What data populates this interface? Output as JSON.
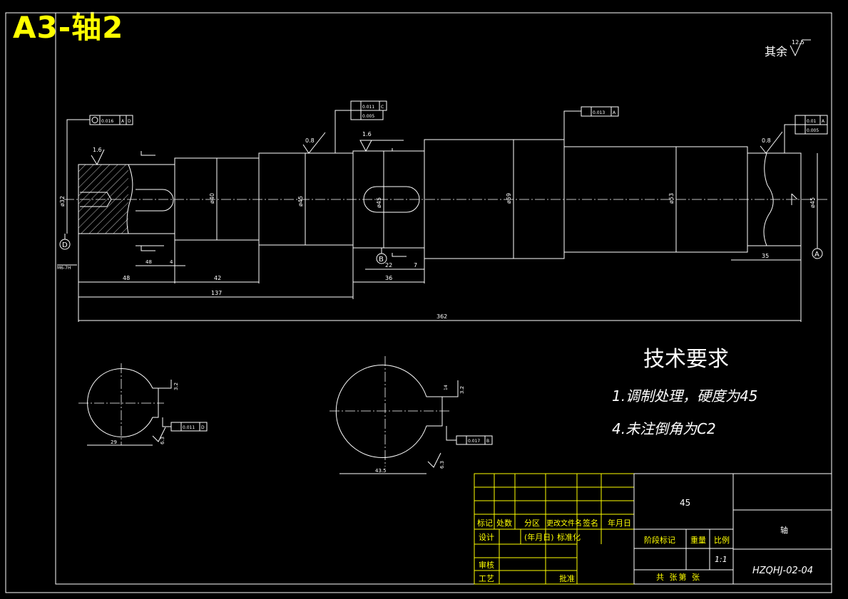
{
  "badge": "A3-轴2",
  "surface_note": {
    "prefix": "其余",
    "value": "12.5"
  },
  "roughness": {
    "r1": "1.6",
    "r2": "0.8",
    "r3": "1.6",
    "r4": "0.8"
  },
  "tolerance_frames": {
    "f1": [
      "0.016",
      "A",
      "D"
    ],
    "f2a": [
      "0.011",
      "C"
    ],
    "f2b": [
      "0.005"
    ],
    "f3": [
      "0.013",
      "A"
    ],
    "f4a": [
      "0.01",
      "A"
    ],
    "f4b": [
      "0.005"
    ],
    "f5": [
      "0.011",
      "D"
    ],
    "f6": [
      "0.017",
      "B"
    ]
  },
  "diameters": {
    "d1": "ø32",
    "d2": "ø40",
    "d3": "ø45",
    "d4": "ø45",
    "d5": "ø59",
    "d6": "ø53",
    "d7": "ø45"
  },
  "dimensions": {
    "d48": "48",
    "d4": "4",
    "d42": "42",
    "d137": "137",
    "d362": "362",
    "d36": "36",
    "d22": "22",
    "d7": "7",
    "d35": "35",
    "d48s": "48",
    "key_length": "М6-7Н"
  },
  "datums": {
    "D": "D",
    "B": "B",
    "A": "A"
  },
  "sections": {
    "s1": {
      "width": "29",
      "depth": "3.2",
      "rough": "6.3"
    },
    "s2": {
      "width": "43.5",
      "depth": "3.2",
      "top": "14",
      "rough": "6.3"
    }
  },
  "tech_req": {
    "title": "技术要求",
    "items": [
      "1.调制处理，硬度为45",
      "4.未注倒角为C2"
    ]
  },
  "title_block": {
    "material": "45",
    "part_name": "轴",
    "drawing_no": "HZQHJ-02-04",
    "scale_label": "比例",
    "scale_value": "1:1",
    "weight_label": "重量",
    "stage_label": "阶段标记",
    "sheet_info": "共 张第 张",
    "headers": [
      "标记",
      "处数",
      "分区",
      "更改文件名",
      "签名",
      "年月日"
    ],
    "row_design": [
      "设计",
      "(年月日)",
      "标准化"
    ],
    "row_review": "审核",
    "row_process": "工艺",
    "approve": "批准"
  }
}
